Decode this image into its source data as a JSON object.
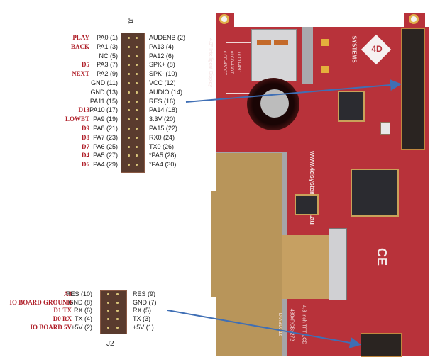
{
  "connectors": {
    "j1": {
      "title": "J1",
      "rows": [
        {
          "func": "PLAY",
          "left": "PA0 (1)",
          "right": "AUDENB (2)"
        },
        {
          "func": "BACK",
          "left": "PA1 (3)",
          "right": "PA13 (4)"
        },
        {
          "func": "",
          "left": "NC (5)",
          "right": "PA12 (6)"
        },
        {
          "func": "D5",
          "left": "PA3 (7)",
          "right": "SPK+ (8)"
        },
        {
          "func": "NEXT",
          "left": "PA2 (9)",
          "right": "SPK- (10)"
        },
        {
          "func": "",
          "left": "GND (11)",
          "right": "VCC (12)"
        },
        {
          "func": "",
          "left": "GND (13)",
          "right": "AUDIO (14)"
        },
        {
          "func": "",
          "left": "PA11 (15)",
          "right": "RES (16)"
        },
        {
          "func": "D13",
          "left": "PA10 (17)",
          "right": "PA14 (18)"
        },
        {
          "func": "LOWBT",
          "left": "PA9 (19)",
          "right": "3.3V (20)"
        },
        {
          "func": "D9",
          "left": "PA8 (21)",
          "right": "PA15 (22)"
        },
        {
          "func": "D8",
          "left": "PA7 (23)",
          "right": "RX0 (24)"
        },
        {
          "func": "D7",
          "left": "PA6 (25)",
          "right": "TX0 (26)"
        },
        {
          "func": "D4",
          "left": "PA5 (27)",
          "right": "*PA5 (28)"
        },
        {
          "func": "D6",
          "left": "PA4 (29)",
          "right": "*PA4 (30)"
        }
      ]
    },
    "j2": {
      "title": "J2",
      "rows": [
        {
          "func": "A3",
          "left": "RES (10)",
          "right": "RES (9)"
        },
        {
          "func": "IO BOARD GROUND",
          "left": "GND (8)",
          "right": "GND (7)"
        },
        {
          "func": "D1 TX",
          "left": "RX (6)",
          "right": "RX (5)"
        },
        {
          "func": "D0 RX",
          "left": "TX (4)",
          "right": "TX (3)"
        },
        {
          "func": "IO BOARD 5V",
          "left": "+5V (2)",
          "right": "+5V (1)"
        }
      ]
    }
  },
  "board": {
    "brand": "SYSTEMS",
    "logo": "4D",
    "website": "www.4dsystems.com.au",
    "product_line": "4.3\" Intelligent Display",
    "variants": [
      "uLCD-43D",
      "uLCD-43DT",
      "uLCD-43DCT"
    ],
    "panel_text": [
      "4.3 Inch TFT-LCD",
      "480xRGBx272",
      "DIABLO16"
    ],
    "ce_mark": "CE"
  },
  "colors": {
    "function_label": "#b0202a",
    "pcb": "#b8323a",
    "arrow": "#3f6fb5",
    "lcd_flex": "#b8955a"
  }
}
